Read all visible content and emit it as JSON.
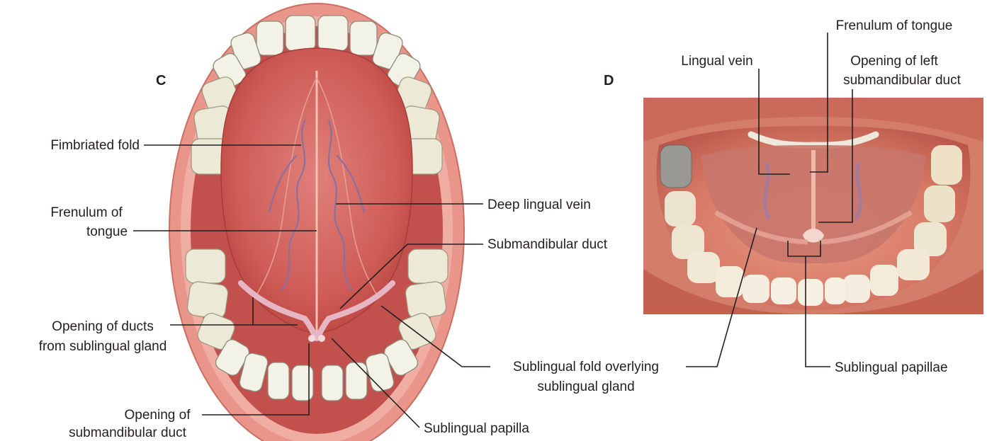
{
  "panels": {
    "c": {
      "letter": "C"
    },
    "d": {
      "letter": "D"
    }
  },
  "labels_c": {
    "fimbriated_fold": "Fimbriated fold",
    "frenulum_line1": "Frenulum of",
    "frenulum_line2": "tongue",
    "openings_sublingual_line1": "Opening of ducts",
    "openings_sublingual_line2": "from sublingual gland",
    "opening_submandibular_line1": "Opening of",
    "opening_submandibular_line2": "submandibular duct",
    "deep_lingual_vein": "Deep lingual vein",
    "submandibular_duct": "Submandibular duct",
    "sublingual_fold_line1": "Sublingual fold overlying",
    "sublingual_fold_line2": "sublingual gland",
    "sublingual_papilla": "Sublingual papilla"
  },
  "labels_d": {
    "frenulum_of_tongue": "Frenulum of tongue",
    "lingual_vein": "Lingual vein",
    "opening_left_line1": "Opening of left",
    "opening_left_line2": "submandibular duct",
    "sublingual_papillae": "Sublingual papillae"
  },
  "colors": {
    "lips": "#e9958a",
    "mucosa": "#d9665f",
    "tongue_underside": "#c9544f",
    "teeth": "#f3f2e6",
    "vein": "#8b6f9e",
    "leader": "#231f20"
  }
}
